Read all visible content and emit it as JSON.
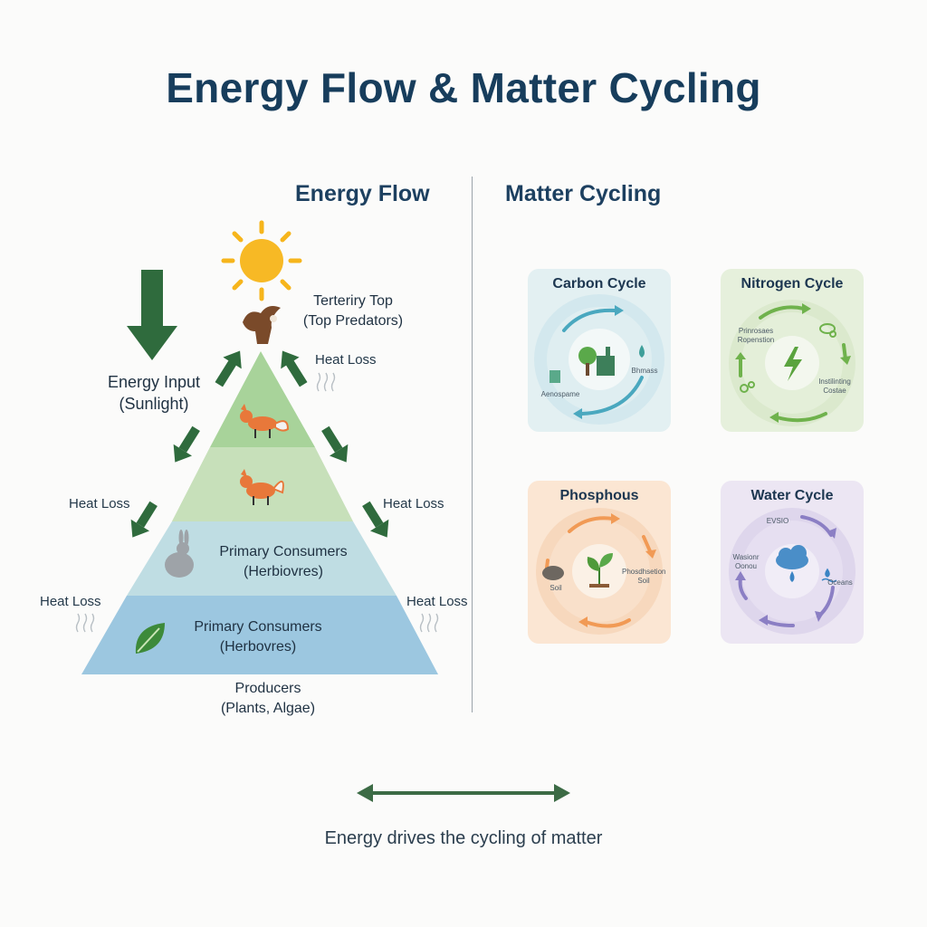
{
  "title": "Energy Flow & Matter Cycling",
  "energy_flow": {
    "heading": "Energy Flow",
    "energy_input": [
      "Energy Input",
      "(Sunlight)"
    ],
    "top_level": [
      "Terteriry Top",
      "(Top Predators)"
    ],
    "heat_loss": "Heat Loss",
    "levels": [
      {
        "name": "tertiary-consumers",
        "lines": [],
        "icon": "fox-icon"
      },
      {
        "name": "secondary-consumers",
        "lines": [],
        "icon": "fox-icon"
      },
      {
        "name": "primary-consumers-a",
        "lines": [
          "Primary Consumers",
          "(Herbiovres)"
        ],
        "icon": "rabbit-icon"
      },
      {
        "name": "primary-consumers-b",
        "lines": [
          "Primary Consumers",
          "(Herbovres)"
        ],
        "icon": "leaf-icon"
      }
    ],
    "producers": [
      "Producers",
      "(Plants, Algae)"
    ]
  },
  "matter_cycling": {
    "heading": "Matter Cycling",
    "cycles": [
      {
        "title": "Carbon Cycle",
        "color": "#e3f0f2",
        "arrow_color": "#4aa8bf",
        "labels": [
          "Aenospame",
          "Bhmass"
        ]
      },
      {
        "title": "Nitrogen Cycle",
        "color": "#e6f0dc",
        "arrow_color": "#6fb24c",
        "labels": [
          "Prinrosaes Ropenstion",
          "Instilinting Costae"
        ]
      },
      {
        "title": "Phosphous",
        "color": "#fbe6d3",
        "arrow_color": "#f19a55",
        "labels": [
          "Soil",
          "Phosdhsetion Soil"
        ]
      },
      {
        "title": "Water Cycle",
        "color": "#ece6f3",
        "arrow_color": "#8b7fc4",
        "labels": [
          "EVSIO",
          "Wasionr Oonou",
          "Oceans"
        ]
      }
    ]
  },
  "footer": {
    "caption": "Energy drives the cycling of matter"
  },
  "colors": {
    "arrow_green": "#2f6b3d",
    "title_navy": "#173d5c"
  }
}
